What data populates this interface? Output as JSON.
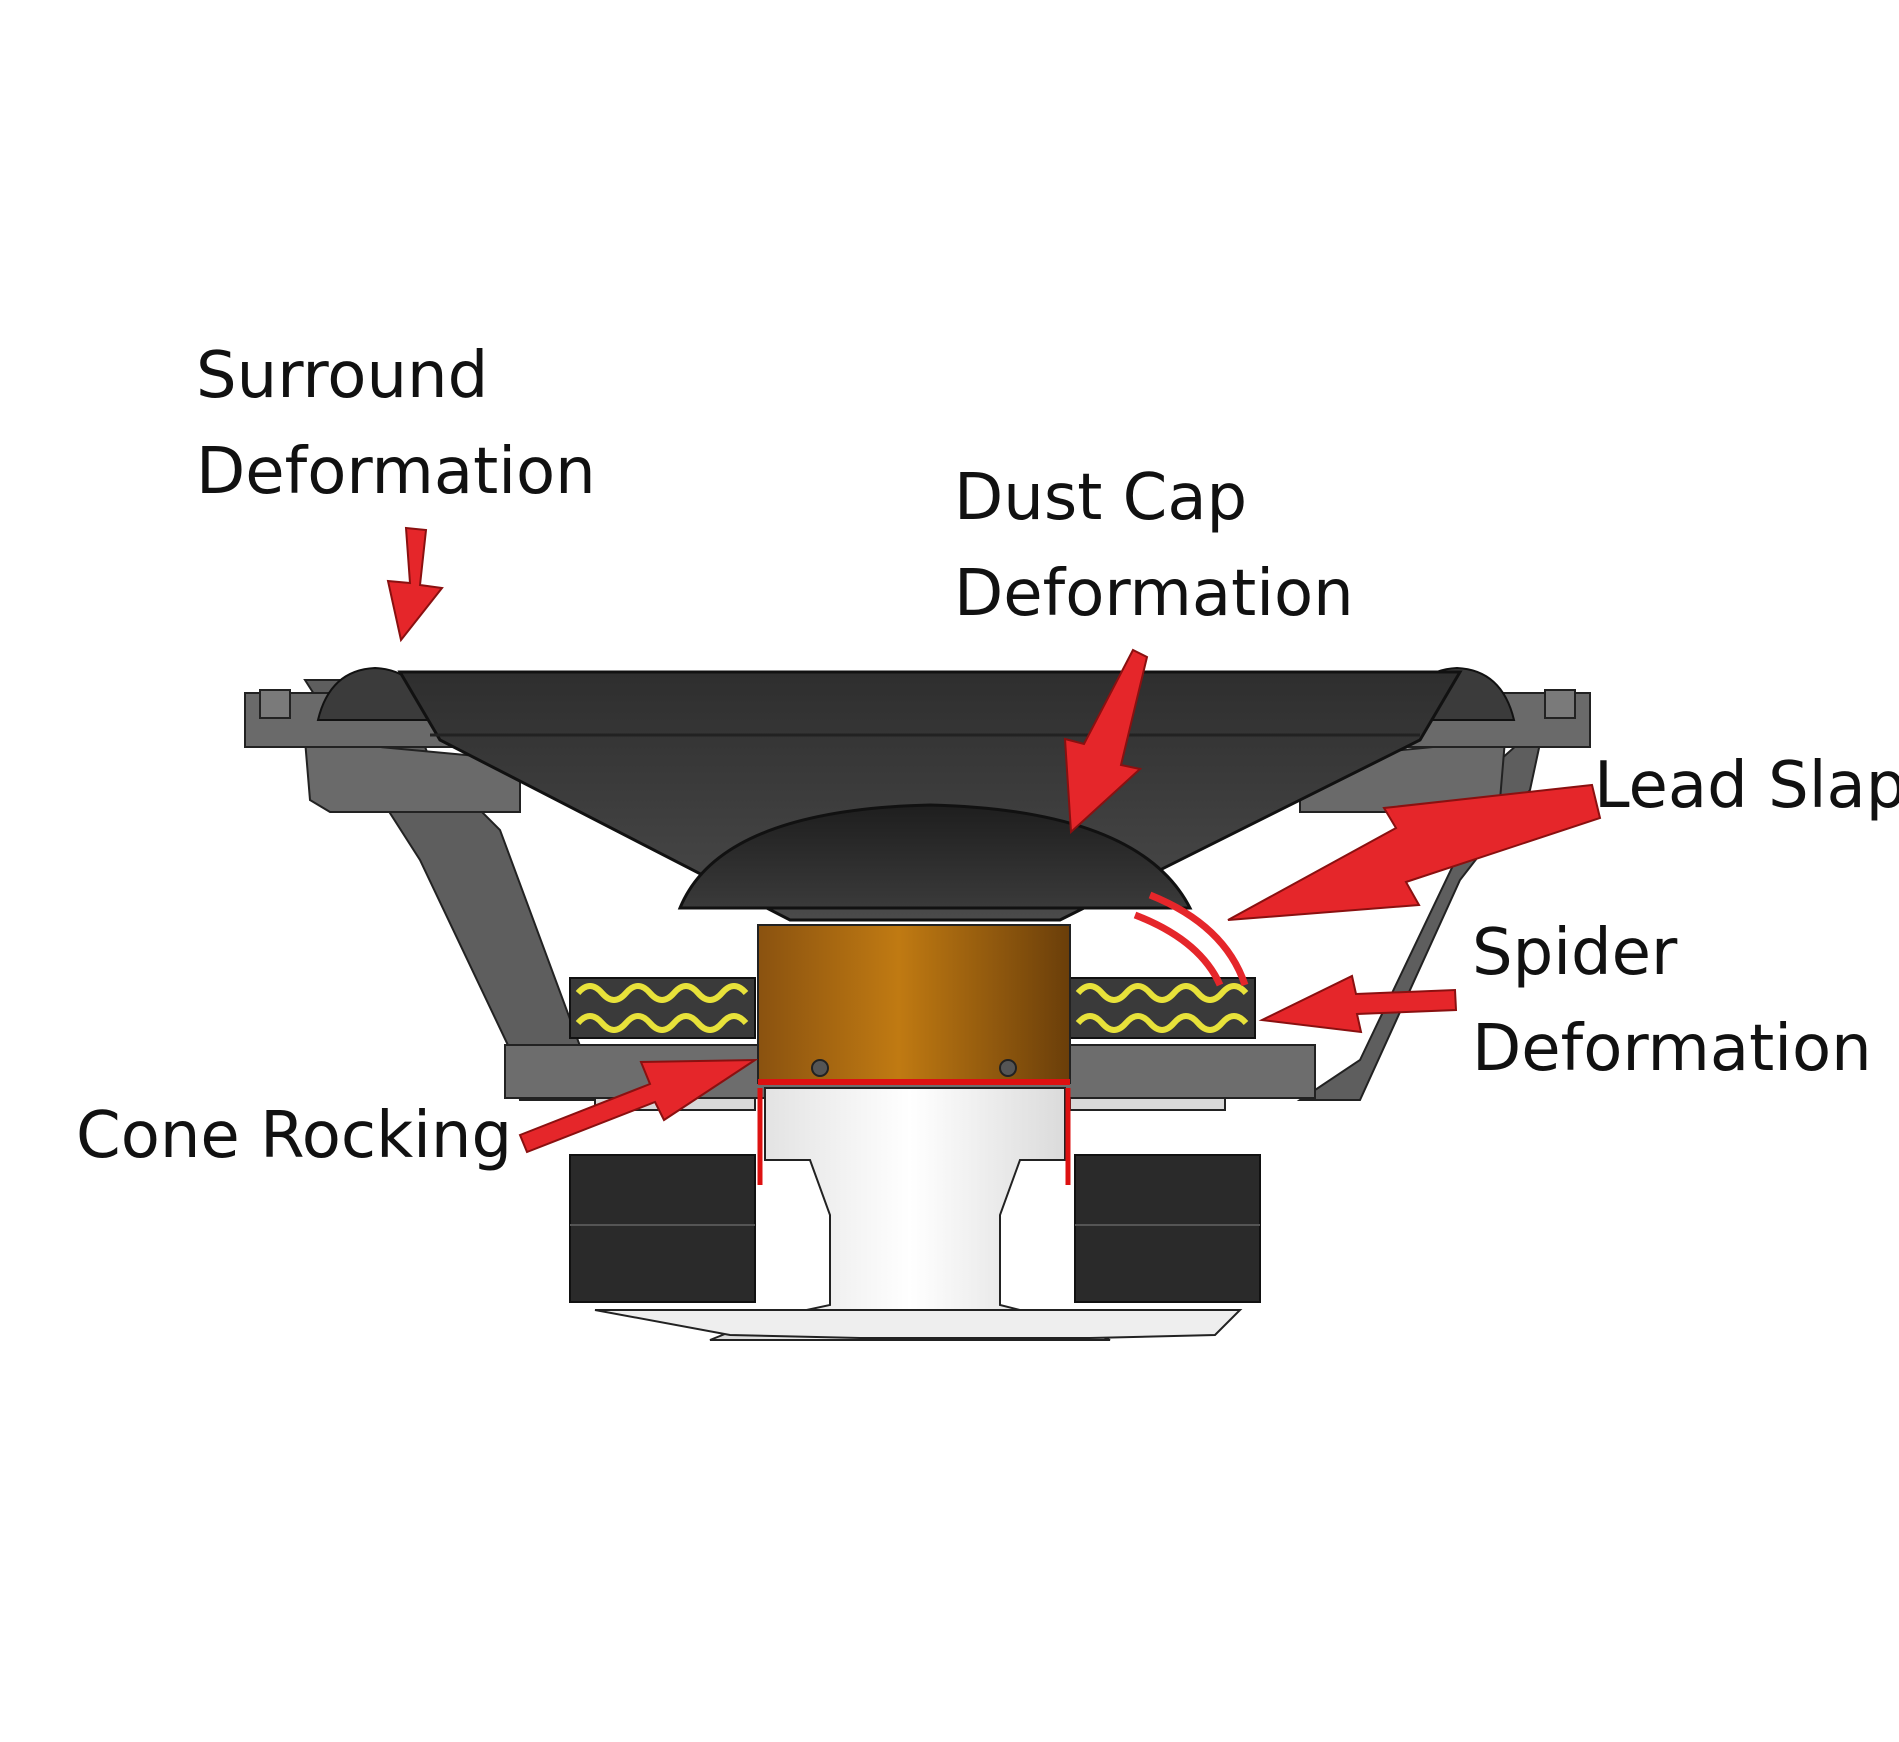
{
  "labels": {
    "surround": {
      "line1": "Surround",
      "line2": "Deformation"
    },
    "dust_cap": {
      "line1": "Dust Cap",
      "line2": "Deformation"
    },
    "lead_slap": {
      "line1": "Lead Slap"
    },
    "spider": {
      "line1": "Spider",
      "line2": "Deformation"
    },
    "cone_rocking": {
      "line1": "Cone Rocking"
    }
  },
  "colors": {
    "arrow": "#e5262a",
    "cone": "#3a3a3a",
    "basket": "#5a5a5a",
    "voice_coil": "#b5720f",
    "spider_fill": "#e8e23a",
    "magnet": "#2a2a2a",
    "pole": "#f2f2f2",
    "lead_wire": "#e5262a"
  },
  "icons": [
    "arrow-icon"
  ]
}
